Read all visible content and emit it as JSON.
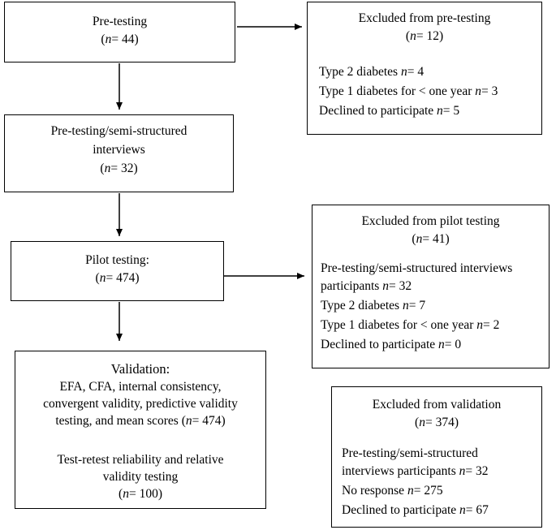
{
  "boxes": {
    "pretesting": {
      "title": "Pre-testing",
      "count": "44"
    },
    "excluded_pretesting": {
      "title": "Excluded from pre-testing",
      "count": "12",
      "items": [
        {
          "label": "Type 2 diabetes ",
          "value": "4"
        },
        {
          "label": "Type 1 diabetes for < one year ",
          "value": "3"
        },
        {
          "label": "Declined to participate ",
          "value": "5"
        }
      ]
    },
    "interviews": {
      "title_line1": "Pre-testing/semi-structured",
      "title_line2": "interviews",
      "count": "32"
    },
    "pilot": {
      "title": "Pilot testing:",
      "count": "474"
    },
    "excluded_pilot": {
      "title": "Excluded from pilot testing",
      "count": "41",
      "item1_line1": "Pre-testing/semi-structured interviews",
      "item1_line2_label": "participants ",
      "item1_value": "32",
      "items": [
        {
          "label": "Type 2 diabetes ",
          "value": "7"
        },
        {
          "label": "Type 1 diabetes for < one year ",
          "value": "2"
        },
        {
          "label": "Declined to participate ",
          "value": "0"
        }
      ]
    },
    "validation": {
      "title": "Validation:",
      "line1": "EFA, CFA, internal consistency,",
      "line2": "convergent validity, predictive validity",
      "line3": "testing, and mean scores (",
      "line3_value": "474",
      "line4": "Test-retest reliability and relative",
      "line5": "validity testing",
      "count": "100"
    },
    "excluded_validation": {
      "title": "Excluded from validation",
      "count": "374",
      "item1_line1": "Pre-testing/semi-structured",
      "item1_line2_label": "interviews participants ",
      "item1_value": "32",
      "items": [
        {
          "label": "No response ",
          "value": "275"
        },
        {
          "label": "Declined to participate ",
          "value": "67"
        }
      ]
    }
  }
}
